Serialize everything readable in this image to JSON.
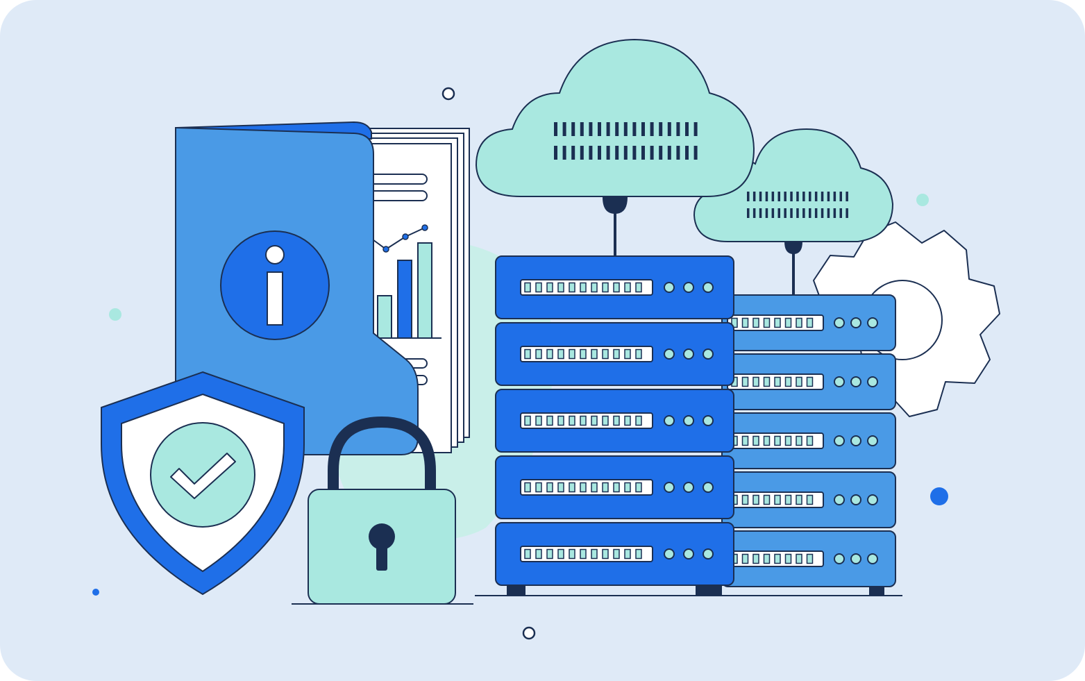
{
  "illustration": {
    "subject": "data-security-cloud-servers"
  },
  "palette": {
    "background": "#dfeaf7",
    "outline": "#1b2f52",
    "blue_primary": "#1f6fe8",
    "blue_light": "#4a9ae6",
    "mint": "#a9e8e0",
    "mint_soft": "#c9efe9",
    "white": "#ffffff"
  },
  "servers": {
    "front_units": 5,
    "back_units": 5
  }
}
